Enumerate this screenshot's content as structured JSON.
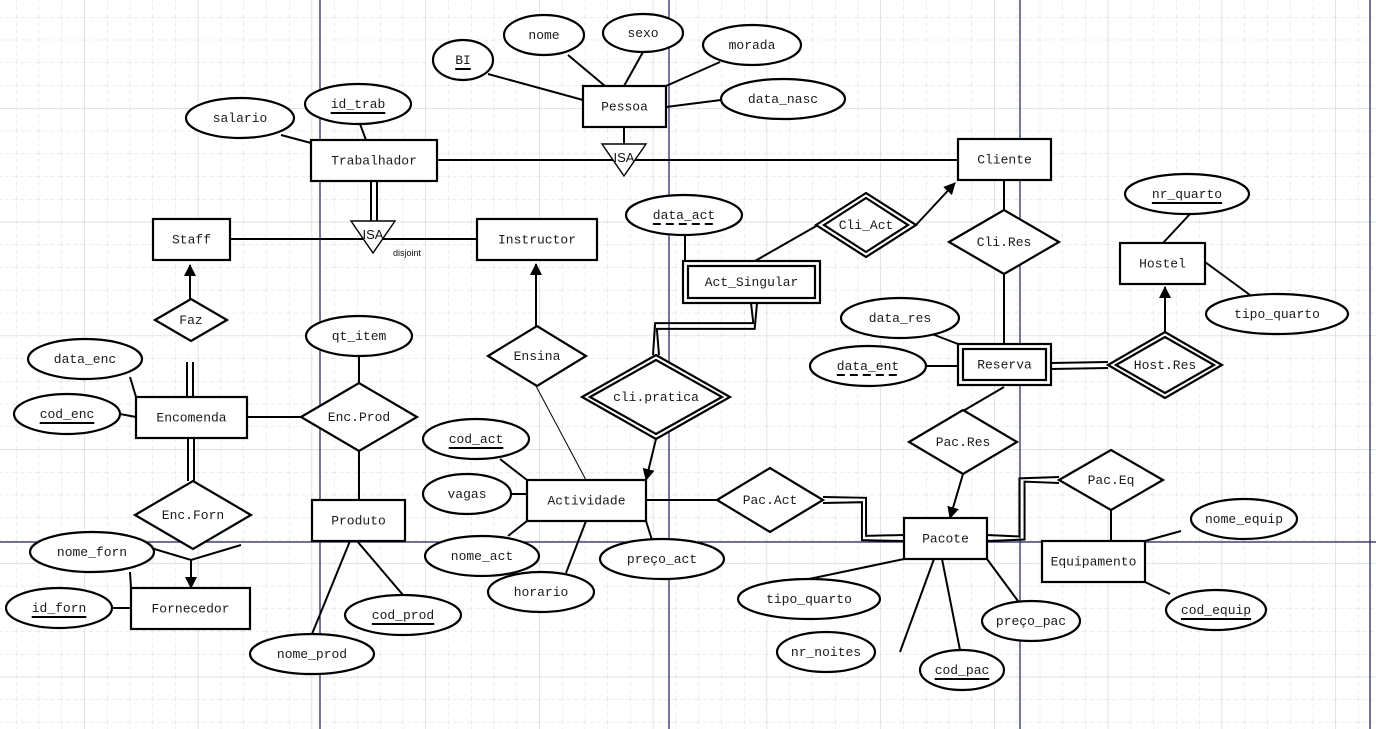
{
  "diagram": {
    "type": "ER diagram",
    "entities": [
      {
        "id": "pessoa",
        "label": "Pessoa",
        "weak": false
      },
      {
        "id": "trabalhador",
        "label": "Trabalhador",
        "weak": false
      },
      {
        "id": "cliente",
        "label": "Cliente",
        "weak": false
      },
      {
        "id": "staff",
        "label": "Staff",
        "weak": false
      },
      {
        "id": "instructor",
        "label": "Instructor",
        "weak": false
      },
      {
        "id": "act_singular",
        "label": "Act_Singular",
        "weak": true
      },
      {
        "id": "hostel",
        "label": "Hostel",
        "weak": false
      },
      {
        "id": "reserva",
        "label": "Reserva",
        "weak": true
      },
      {
        "id": "encomenda",
        "label": "Encomenda",
        "weak": false
      },
      {
        "id": "produto",
        "label": "Produto",
        "weak": false
      },
      {
        "id": "fornecedor",
        "label": "Fornecedor",
        "weak": false
      },
      {
        "id": "actividade",
        "label": "Actividade",
        "weak": false
      },
      {
        "id": "pacote",
        "label": "Pacote",
        "weak": false
      },
      {
        "id": "equipamento",
        "label": "Equipamento",
        "weak": false
      }
    ],
    "relationships": [
      {
        "id": "cli_act",
        "label": "Cli_Act",
        "identifying": true
      },
      {
        "id": "cli_res",
        "label": "Cli.Res",
        "identifying": false
      },
      {
        "id": "host_res",
        "label": "Host.Res",
        "identifying": true
      },
      {
        "id": "faz",
        "label": "Faz",
        "identifying": false
      },
      {
        "id": "ensina",
        "label": "Ensina",
        "identifying": false
      },
      {
        "id": "cli_pratica",
        "label": "cli.pratica",
        "identifying": true
      },
      {
        "id": "enc_prod",
        "label": "Enc.Prod",
        "identifying": false
      },
      {
        "id": "enc_forn",
        "label": "Enc.Forn",
        "identifying": false
      },
      {
        "id": "pac_res",
        "label": "Pac.Res",
        "identifying": false
      },
      {
        "id": "pac_act",
        "label": "Pac.Act",
        "identifying": false
      },
      {
        "id": "pac_eq",
        "label": "Pac.Eq",
        "identifying": false
      }
    ],
    "attributes": [
      {
        "id": "bi",
        "label": "BI",
        "key": "primary"
      },
      {
        "id": "nome",
        "label": "nome",
        "key": "none"
      },
      {
        "id": "sexo",
        "label": "sexo",
        "key": "none"
      },
      {
        "id": "morada",
        "label": "morada",
        "key": "none"
      },
      {
        "id": "data_nasc",
        "label": "data_nasc",
        "key": "none"
      },
      {
        "id": "salario",
        "label": "salario",
        "key": "none"
      },
      {
        "id": "id_trab",
        "label": "id_trab",
        "key": "primary"
      },
      {
        "id": "data_act",
        "label": "data_act",
        "key": "partial"
      },
      {
        "id": "nr_quarto",
        "label": "nr_quarto",
        "key": "primary"
      },
      {
        "id": "tipo_quarto_h",
        "label": "tipo_quarto",
        "key": "none"
      },
      {
        "id": "data_res",
        "label": "data_res",
        "key": "none"
      },
      {
        "id": "data_ent",
        "label": "data_ent",
        "key": "partial"
      },
      {
        "id": "qt_item",
        "label": "qt_item",
        "key": "none"
      },
      {
        "id": "data_enc",
        "label": "data_enc",
        "key": "none"
      },
      {
        "id": "cod_enc",
        "label": "cod_enc",
        "key": "primary"
      },
      {
        "id": "nome_forn",
        "label": "nome_forn",
        "key": "none"
      },
      {
        "id": "id_forn",
        "label": "id_forn",
        "key": "primary"
      },
      {
        "id": "cod_prod",
        "label": "cod_prod",
        "key": "primary"
      },
      {
        "id": "nome_prod",
        "label": "nome_prod",
        "key": "none"
      },
      {
        "id": "cod_act",
        "label": "cod_act",
        "key": "primary"
      },
      {
        "id": "vagas",
        "label": "vagas",
        "key": "none"
      },
      {
        "id": "nome_act",
        "label": "nome_act",
        "key": "none"
      },
      {
        "id": "horario",
        "label": "horario",
        "key": "none"
      },
      {
        "id": "preco_act",
        "label": "preço_act",
        "key": "none"
      },
      {
        "id": "tipo_quarto_p",
        "label": "tipo_quarto",
        "key": "none"
      },
      {
        "id": "nr_noites",
        "label": "nr_noites",
        "key": "none"
      },
      {
        "id": "cod_pac",
        "label": "cod_pac",
        "key": "primary"
      },
      {
        "id": "preco_pac",
        "label": "preço_pac",
        "key": "none"
      },
      {
        "id": "nome_equip",
        "label": "nome_equip",
        "key": "none"
      },
      {
        "id": "cod_equip",
        "label": "cod_equip",
        "key": "primary"
      }
    ],
    "isa": [
      {
        "id": "isa_pessoa",
        "label": "ISA",
        "constraint": ""
      },
      {
        "id": "isa_trab",
        "label": "ISA",
        "constraint": "disjoint"
      }
    ]
  }
}
